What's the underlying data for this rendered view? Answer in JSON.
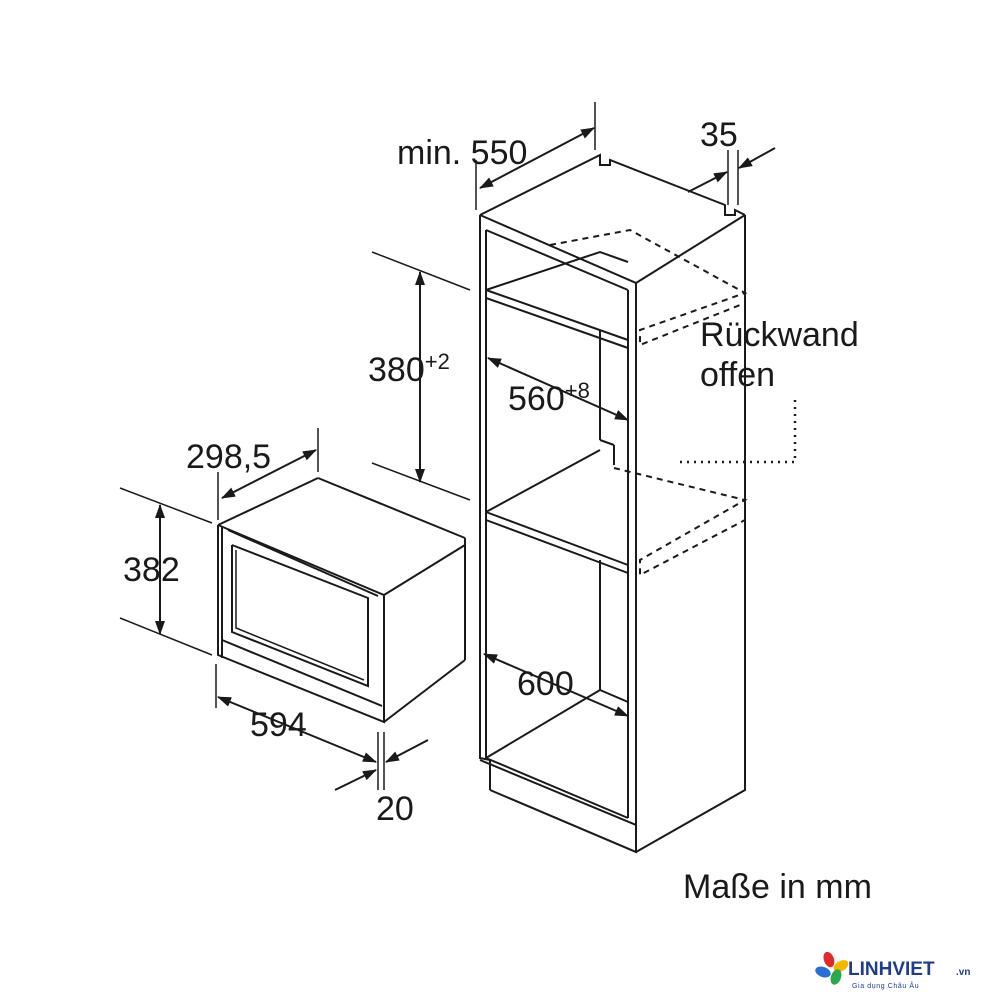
{
  "dimensions": {
    "cabinet_depth": "min. 550",
    "panel_thickness": "35",
    "niche_height": "380",
    "niche_height_tol": "+2",
    "niche_width": "560",
    "niche_width_tol": "+8",
    "cabinet_width": "600",
    "appliance_depth": "298,5",
    "appliance_height": "382",
    "appliance_width": "594",
    "front_thickness": "20"
  },
  "notes": {
    "back_wall_line1": "Rückwand",
    "back_wall_line2": "offen",
    "units": "Maße in mm"
  },
  "logo": {
    "name": "LINHVIET",
    "domain": ".vn",
    "tagline": "Gia dụng Châu Âu"
  },
  "colors": {
    "line": "#1a1a1a",
    "background": "#ffffff",
    "logo_blue": "#1f3c8f",
    "logo_red": "#e02a2a",
    "logo_yellow": "#f5b800",
    "logo_green": "#2aa84a",
    "logo_blue_petal": "#2a6fd6"
  }
}
